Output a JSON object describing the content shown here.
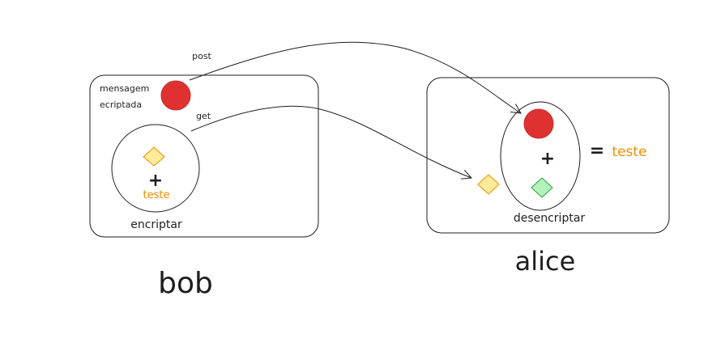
{
  "diagram": {
    "bob": {
      "name": "bob",
      "encrypted_message_label_line1": "mensagem",
      "encrypted_message_label_line2": "ecriptada",
      "plus_sign": "+",
      "plaintext": "teste",
      "operation_label": "encriptar"
    },
    "alice": {
      "name": "alice",
      "plus_sign": "+",
      "equals_sign": "=",
      "result": "teste",
      "operation_label": "desencriptar"
    },
    "arrows": {
      "post_label": "post",
      "get_label": "get"
    },
    "colors": {
      "message_red": "#e03131",
      "public_key_yellow": "#ffec99",
      "public_key_border": "#f08c00",
      "private_key_green": "#b2f2bb",
      "private_key_border": "#2f9e44",
      "plaintext_orange": "#f08c00",
      "stroke": "#1e1e1e"
    },
    "icons": [
      "red-message-circle",
      "yellow-diamond-key",
      "green-diamond-key"
    ]
  }
}
